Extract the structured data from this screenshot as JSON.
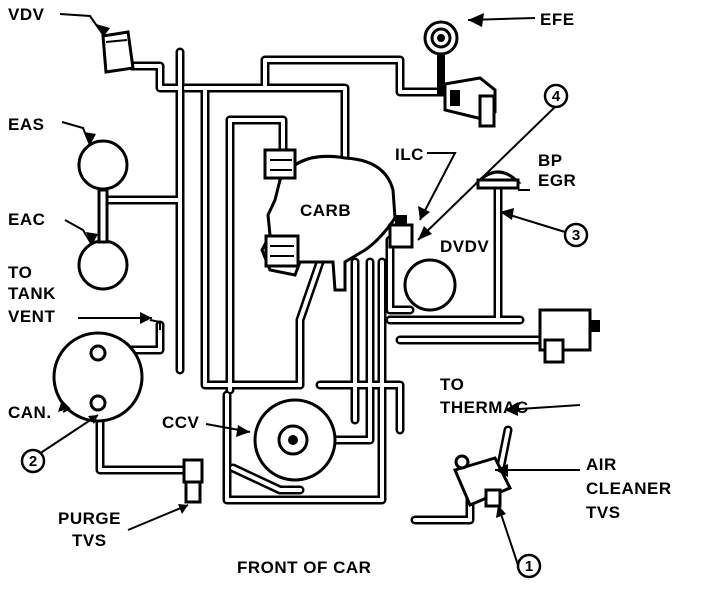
{
  "labels": {
    "vdv": "VDV",
    "efe": "EFE",
    "eas": "EAS",
    "eac": "EAC",
    "ilc": "ILC",
    "bp": "BP",
    "egr": "EGR",
    "carb": "CARB",
    "dvdv": "DVDV",
    "to": "TO",
    "tank": "TANK",
    "vent": "VENT",
    "can": "CAN.",
    "ccv": "CCV",
    "to_thermac": "TO",
    "thermac": "THERMAC",
    "air": "AIR",
    "cleaner": "CLEANER",
    "tvs": "TVS",
    "purge": "PURGE",
    "purge_tvs": "TVS",
    "front": "FRONT OF CAR"
  },
  "callouts": {
    "c1": "1",
    "c2": "2",
    "c3": "3",
    "c4": "4"
  }
}
